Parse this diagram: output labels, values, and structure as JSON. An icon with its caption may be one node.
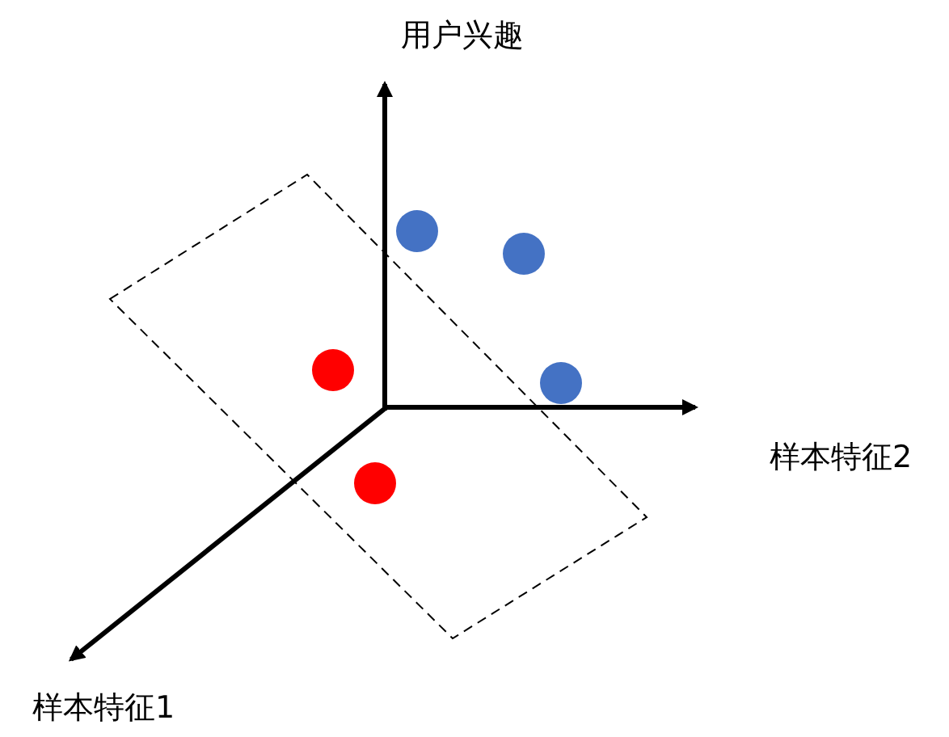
{
  "diagram": {
    "labels": [
      "用户兴趣",
      "样本特征2",
      "样本特征1"
    ]
  }
}
